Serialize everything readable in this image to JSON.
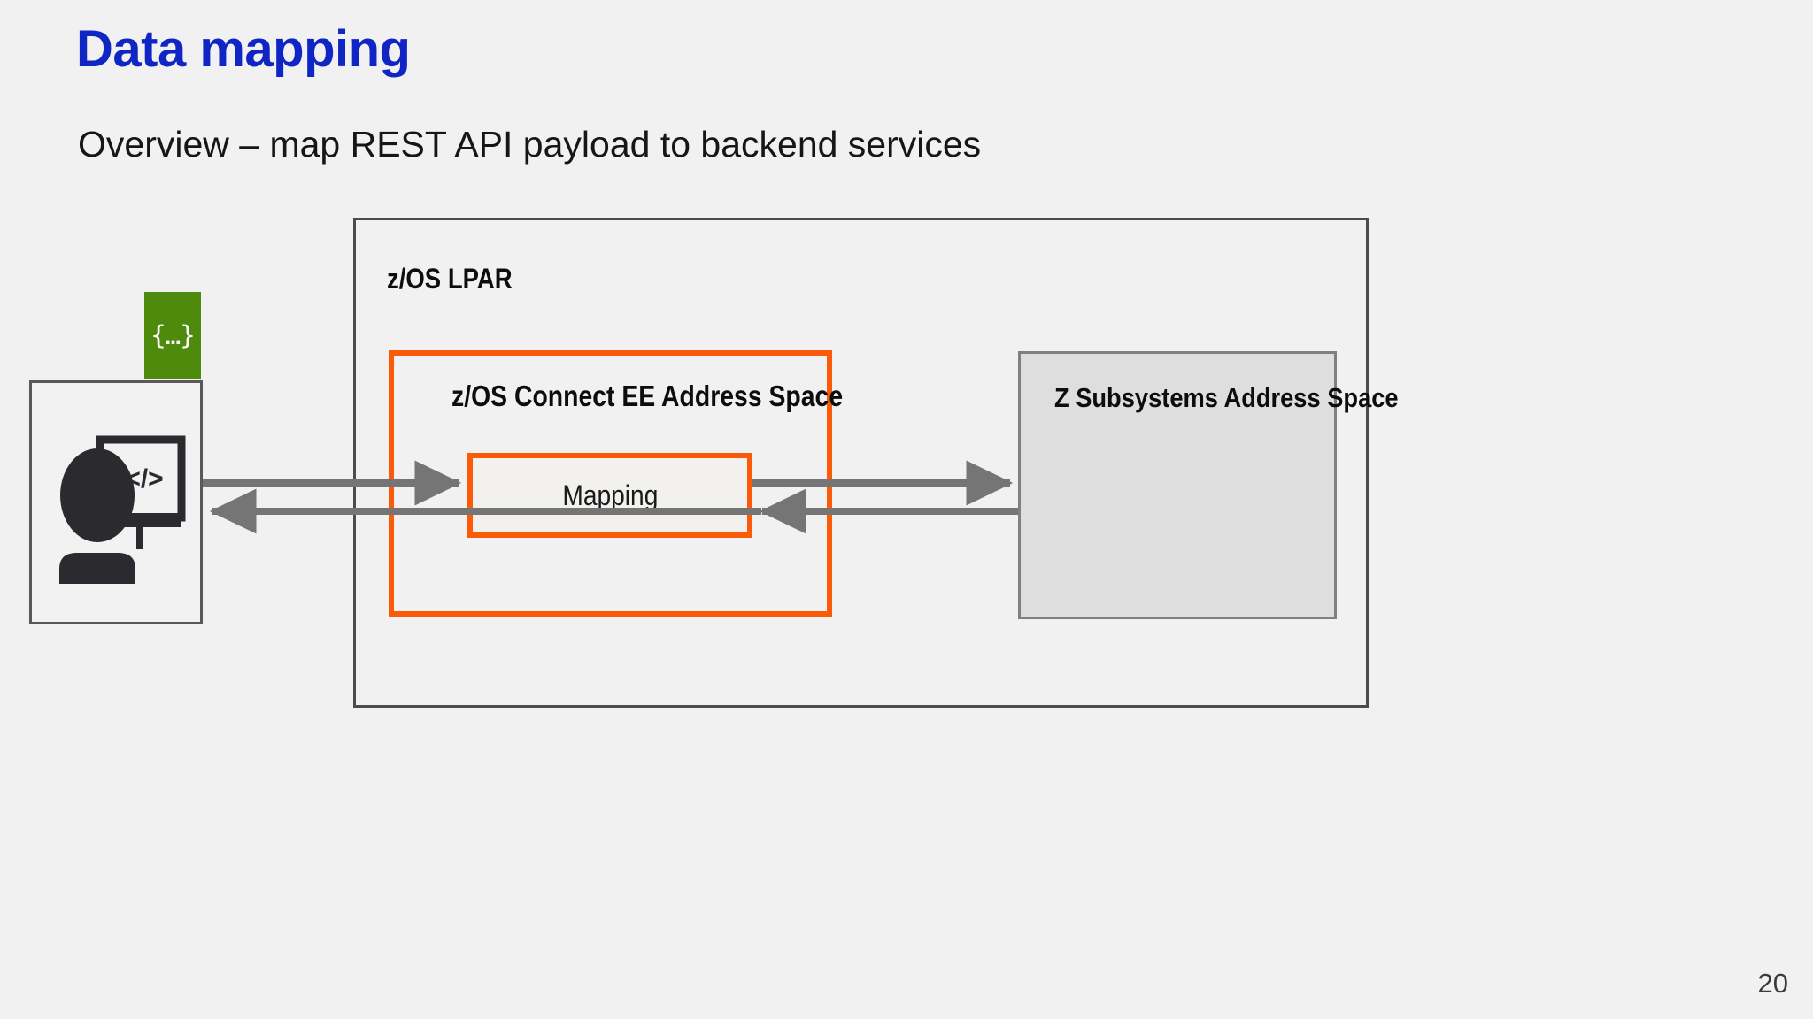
{
  "slide": {
    "title": "Data mapping",
    "subtitle": "Overview – map REST API payload to backend services",
    "page_number": "20",
    "background_color": "#f1f1f2",
    "title_color": "#1026c4",
    "accent_color": "#fb5b08",
    "badge_color": "#4e8a0c",
    "arrow_color": "#757575"
  },
  "diagram": {
    "client": {
      "icon_name": "developer-at-monitor-icon",
      "code_glyph": "</>",
      "json_badge": {
        "label": "{…}",
        "icon_name": "json-payload-icon"
      }
    },
    "lpar": {
      "label": "z/OS LPAR"
    },
    "zos_connect": {
      "label": "z/OS Connect EE Address Space"
    },
    "mapping": {
      "label": "Mapping"
    },
    "subsystems": {
      "label": "Z Subsystems Address Space"
    },
    "connections": [
      {
        "name": "client-to-mapping-request",
        "direction": "right"
      },
      {
        "name": "mapping-to-client-response",
        "direction": "left"
      },
      {
        "name": "mapping-to-subsystems-request",
        "direction": "right"
      },
      {
        "name": "subsystems-to-mapping-response",
        "direction": "left"
      }
    ]
  }
}
